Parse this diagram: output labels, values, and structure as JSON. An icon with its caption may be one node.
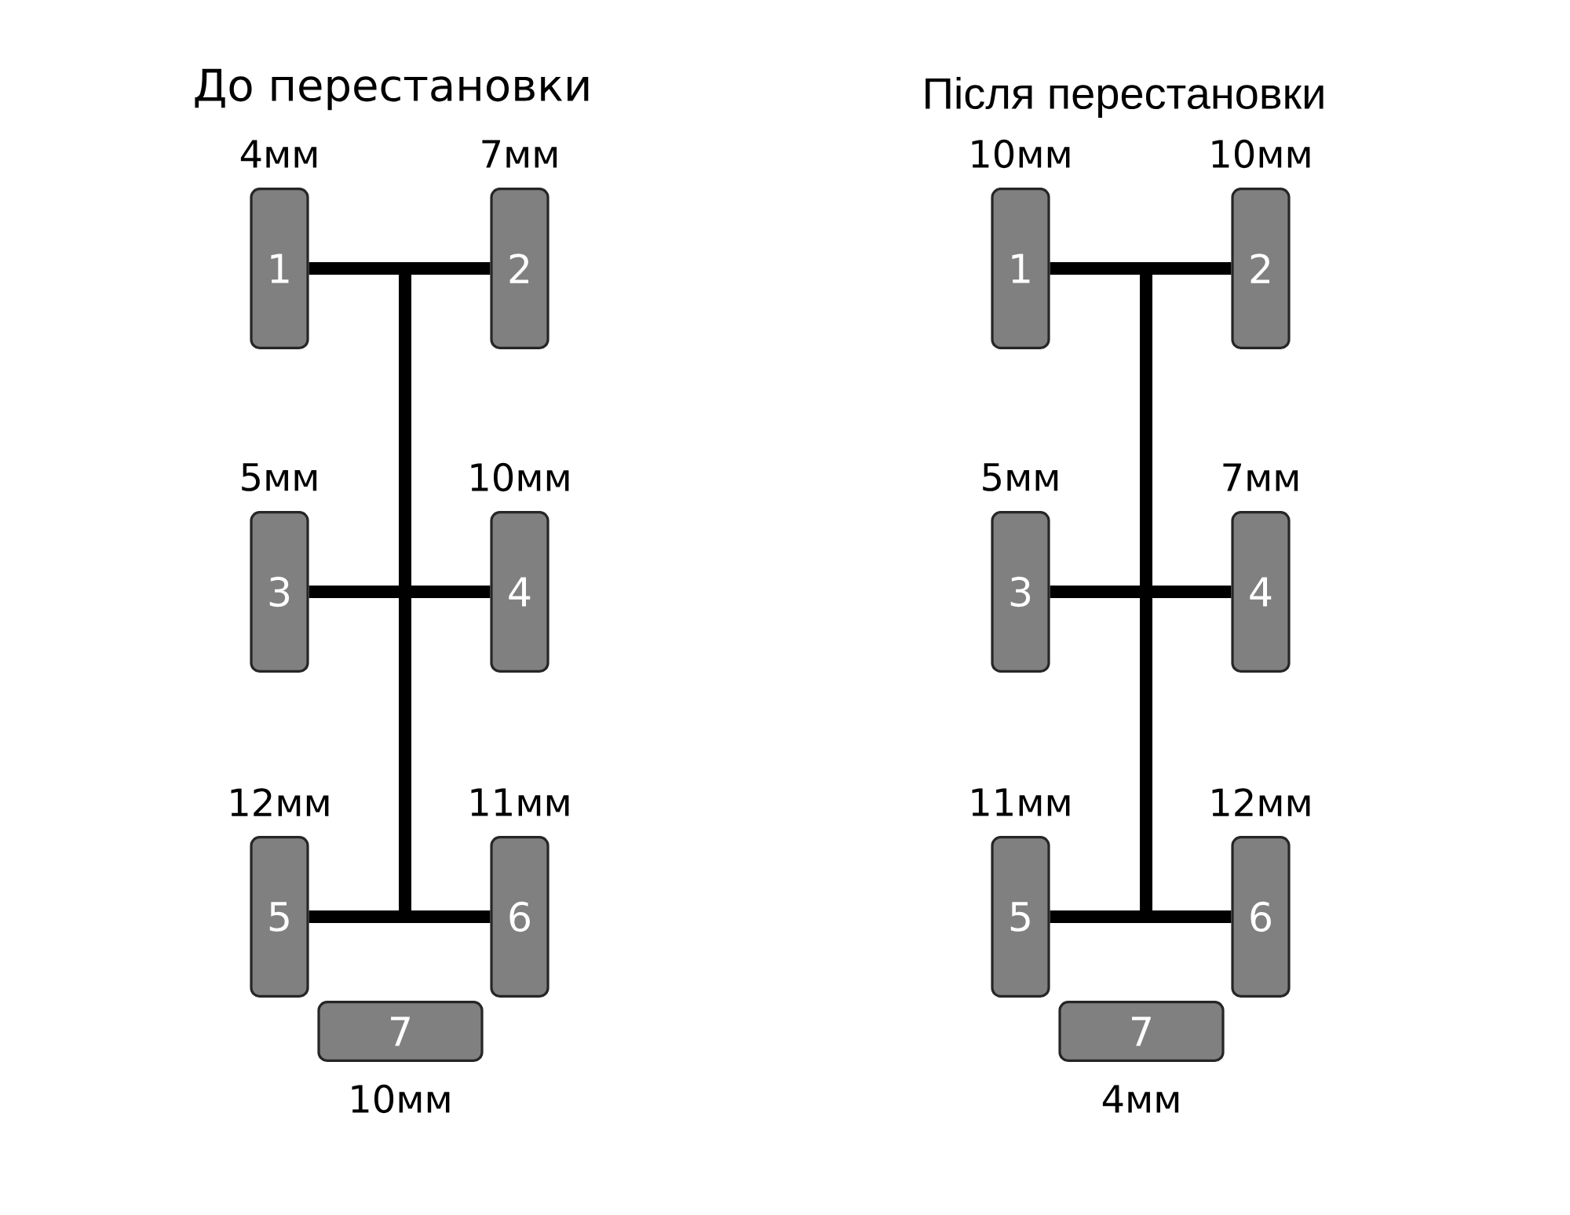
{
  "diagram": {
    "nodes": [
      {
        "text": [
          "1"
        ],
        "beside": [
          "4мм"
        ]
      },
      {
        "text": [
          "2"
        ],
        "beside": [
          "7мм"
        ]
      },
      {
        "text": [
          "3"
        ],
        "beside": [
          "5мм"
        ]
      },
      {
        "text": [
          "4"
        ],
        "beside": [
          "10мм"
        ]
      },
      {
        "text": [
          "5"
        ],
        "beside": [
          "12мм"
        ]
      },
      {
        "text": [
          "6"
        ],
        "beside": [
          "11мм"
        ]
      },
      {
        "text": [
          "7"
        ],
        "beside": [
          "10мм"
        ]
      },
      {
        "text": [
          "1"
        ],
        "beside": [
          "10мм"
        ]
      },
      {
        "text": [
          "2"
        ],
        "beside": [
          "10мм"
        ]
      },
      {
        "text": [
          "3"
        ],
        "beside": [
          "5мм"
        ]
      },
      {
        "text": [
          "4"
        ],
        "beside": [
          "7мм"
        ]
      },
      {
        "text": [
          "5"
        ],
        "beside": [
          "11мм"
        ]
      },
      {
        "text": [
          "6"
        ],
        "beside": [
          "12мм"
        ]
      },
      {
        "text": [
          "7"
        ],
        "beside": [
          "4мм"
        ]
      }
    ],
    "edges": [
      {
        "from": 0,
        "to": 1,
        "arrow": "none"
      },
      {
        "from": 2,
        "to": 3,
        "arrow": "none"
      },
      {
        "from": 4,
        "to": 5,
        "arrow": "none"
      },
      {
        "from": 7,
        "to": 8,
        "arrow": "none"
      },
      {
        "from": 9,
        "to": 10,
        "arrow": "none"
      },
      {
        "from": 11,
        "to": 12,
        "arrow": "none"
      }
    ],
    "labels": [
      "До перестановки",
      "Після перестановки"
    ]
  }
}
